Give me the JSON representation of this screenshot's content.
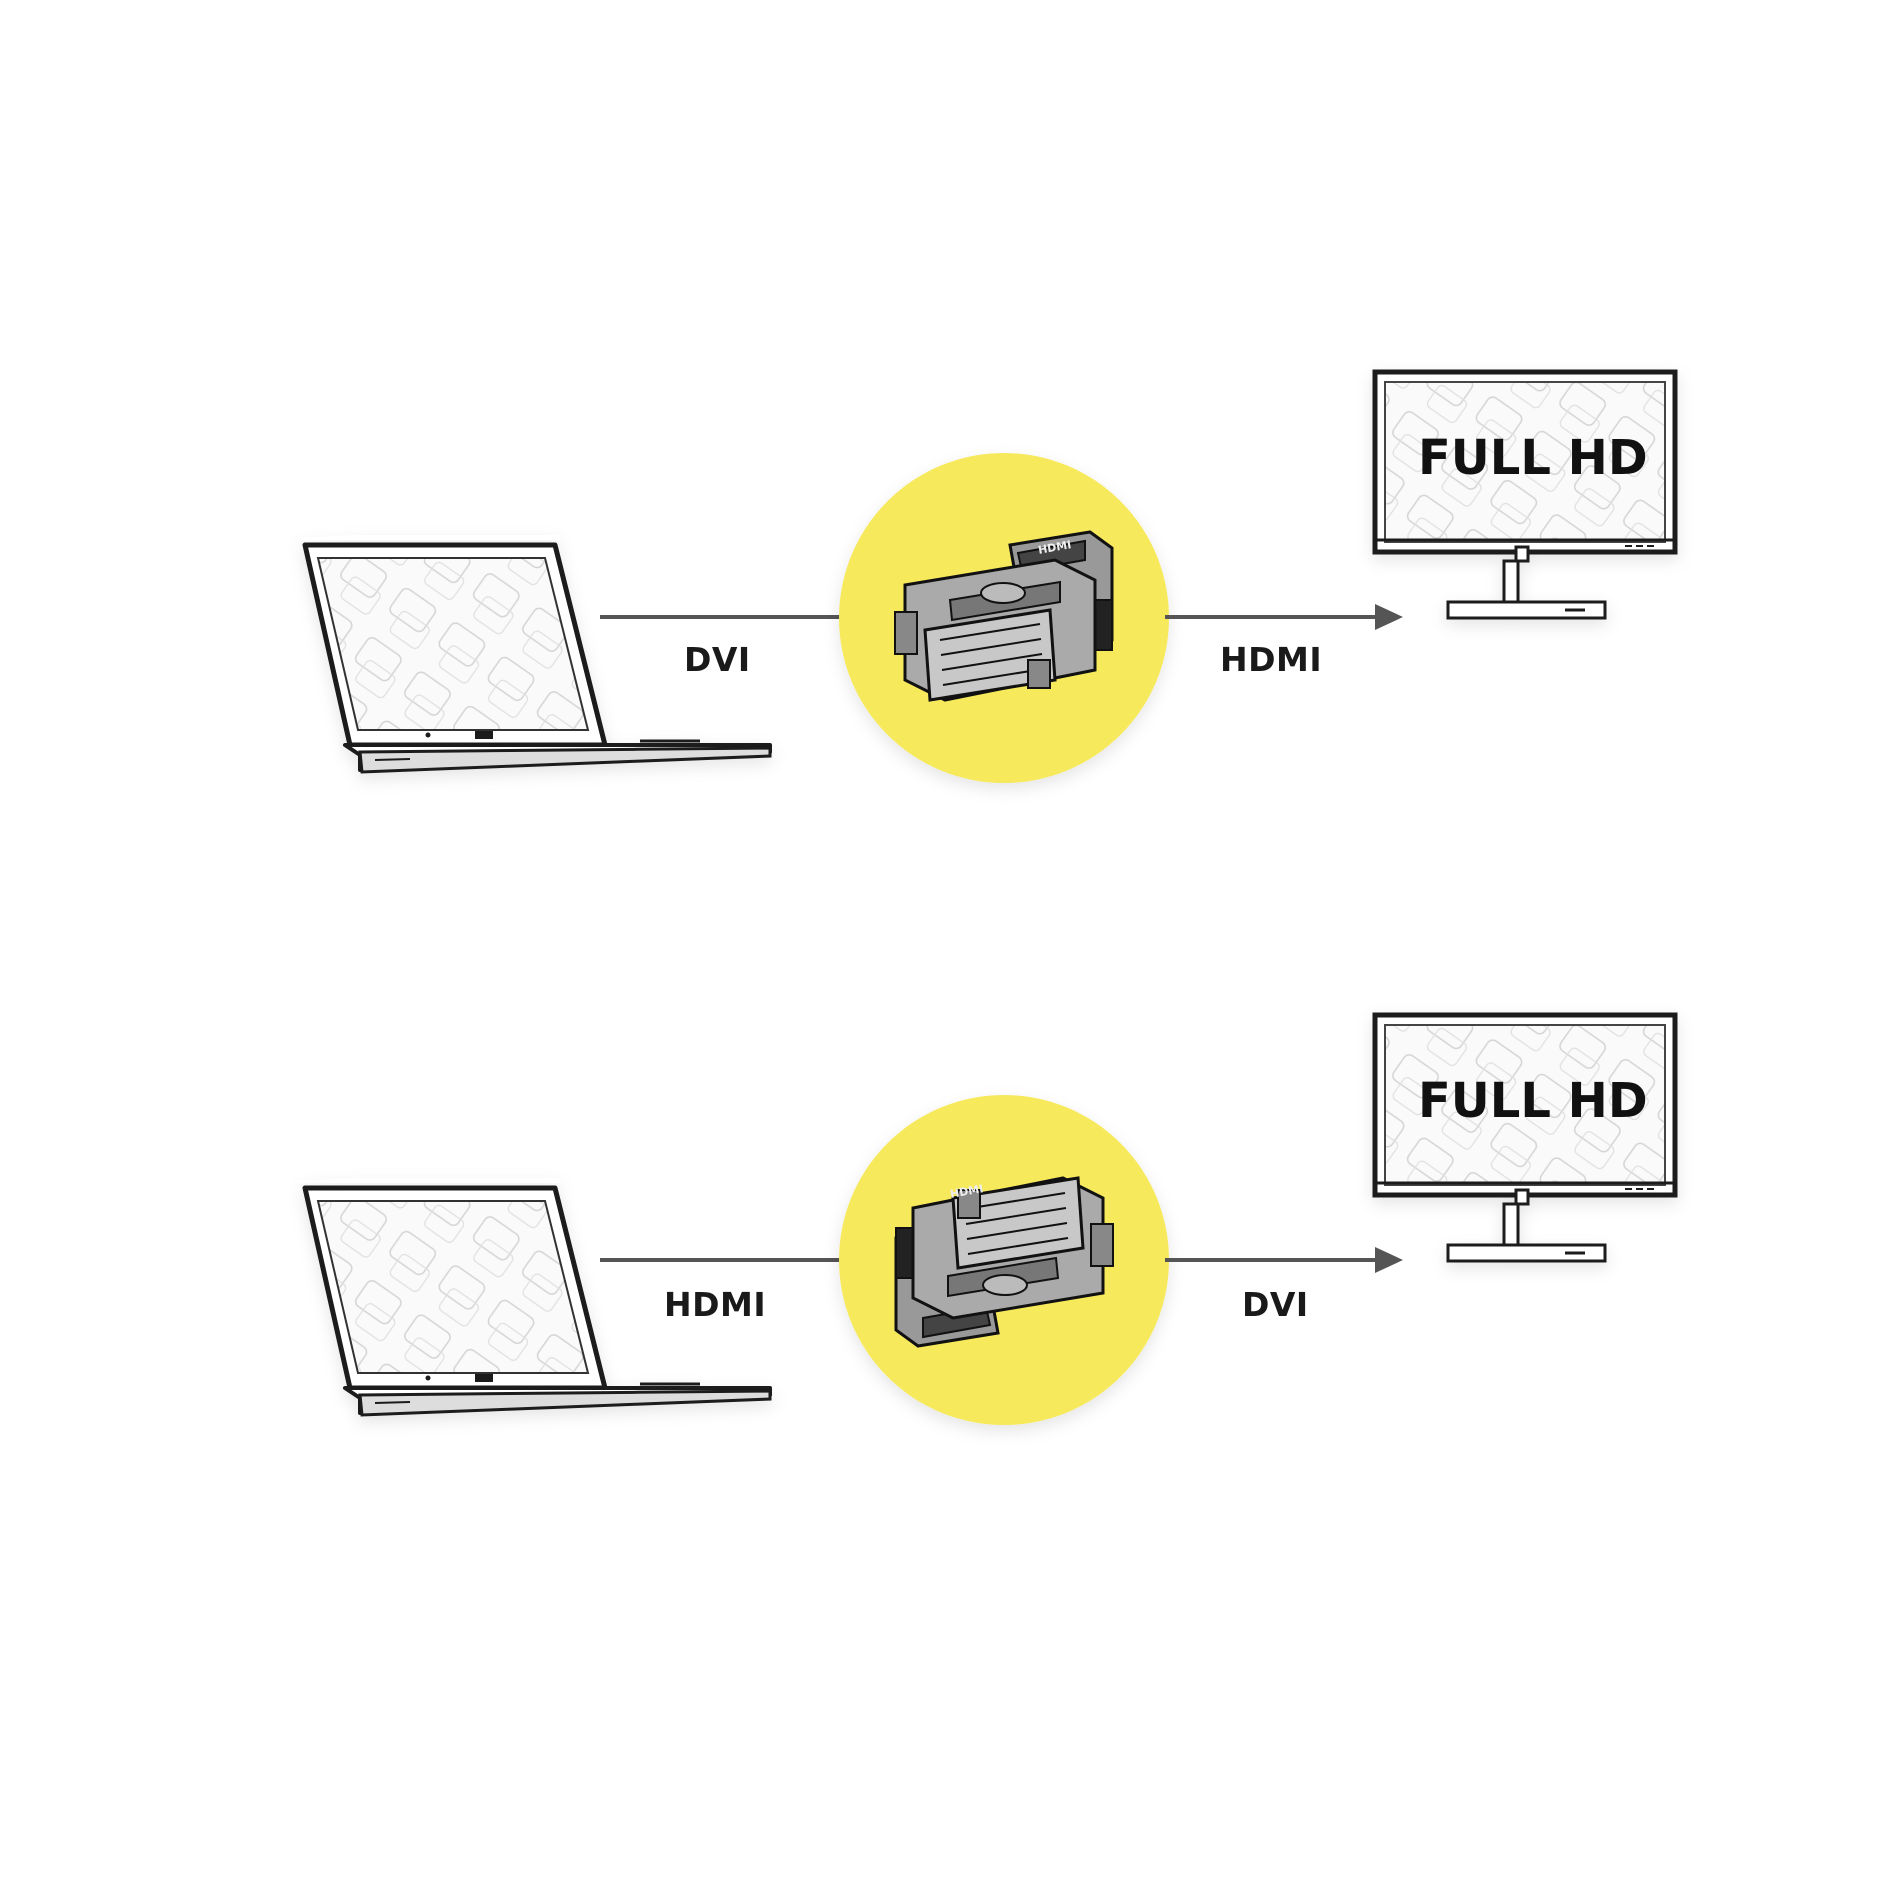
{
  "rows": [
    {
      "input_label": "DVI",
      "output_label": "HDMI",
      "monitor_text": "FULL HD",
      "adapter_plug_text": "HDMI"
    },
    {
      "input_label": "HDMI",
      "output_label": "DVI",
      "monitor_text": "FULL HD",
      "adapter_plug_text": "HDMI"
    }
  ],
  "colors": {
    "adapter_circle": "#f7e95c",
    "line": "#555555",
    "outline": "#1a1a1a"
  },
  "icons": [
    "laptop-icon",
    "dvi-hdmi-adapter-icon",
    "arrow-right-icon",
    "monitor-icon"
  ]
}
